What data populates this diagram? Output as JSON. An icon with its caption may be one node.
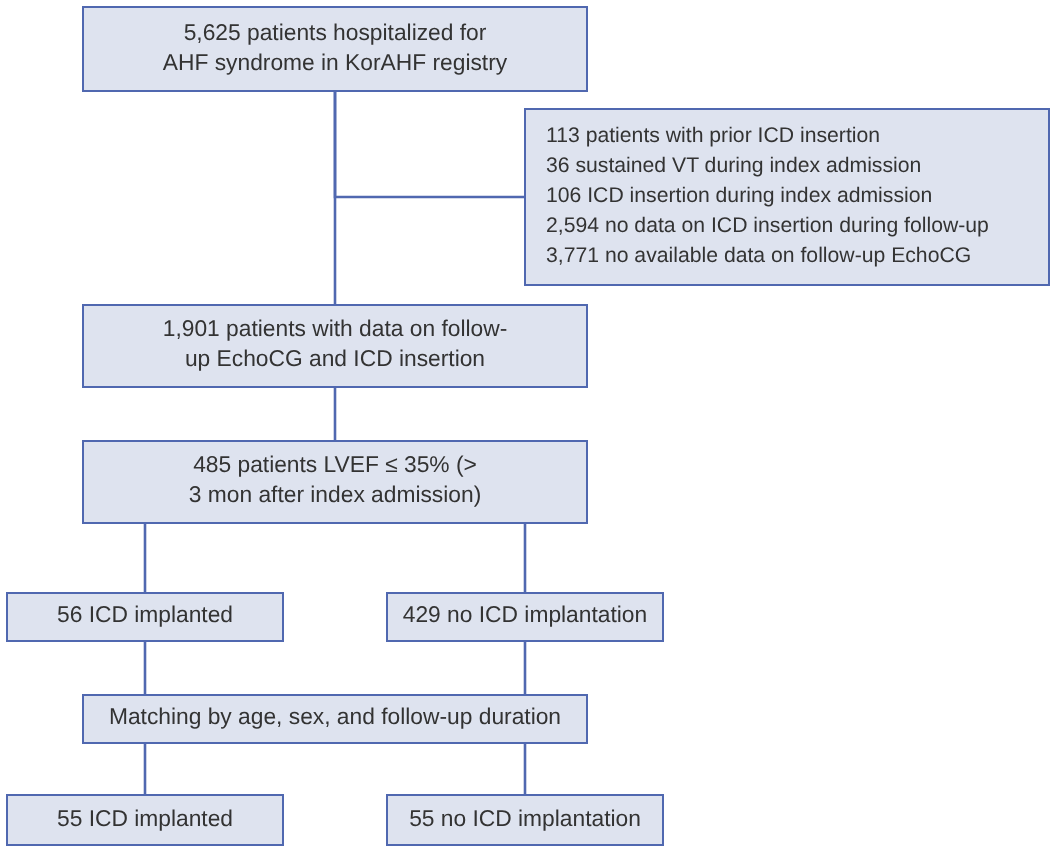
{
  "diagram": {
    "nodes": [
      {
        "text": [
          "5,625 patients hospitalized for AHF syndrome in KorAHF registry"
        ]
      },
      {
        "text": [
          "113 patients with prior ICD insertion",
          "36 sustained VT during index admission",
          "106 ICD insertion during index admission",
          "2,594 no data on ICD insertion during follow-up",
          "3,771 no available data on follow-up EchoCG"
        ]
      },
      {
        "text": [
          "1,901 patients with data on follow-up EchoCG and ICD insertion"
        ]
      },
      {
        "text": [
          "485 patients LVEF ≤ 35% (> 3 mon after index admission)"
        ]
      },
      {
        "text": [
          "56 ICD implanted"
        ]
      },
      {
        "text": [
          "429 no ICD implantation"
        ]
      },
      {
        "text": [
          "Matching by age, sex, and follow-up duration"
        ]
      },
      {
        "text": [
          "55 ICD implanted"
        ]
      },
      {
        "text": [
          "55 no ICD implantation"
        ]
      }
    ],
    "edges": [
      {
        "from": 0,
        "to": 2,
        "arrow": "none"
      },
      {
        "from": 0,
        "to": 1,
        "arrow": "none"
      },
      {
        "from": 2,
        "to": 3,
        "arrow": "none"
      },
      {
        "from": 3,
        "to": 4,
        "arrow": "none"
      },
      {
        "from": 3,
        "to": 5,
        "arrow": "none"
      },
      {
        "from": 4,
        "to": 6,
        "arrow": "none"
      },
      {
        "from": 5,
        "to": 6,
        "arrow": "none"
      },
      {
        "from": 6,
        "to": 7,
        "arrow": "none"
      },
      {
        "from": 6,
        "to": 8,
        "arrow": "none"
      }
    ]
  }
}
